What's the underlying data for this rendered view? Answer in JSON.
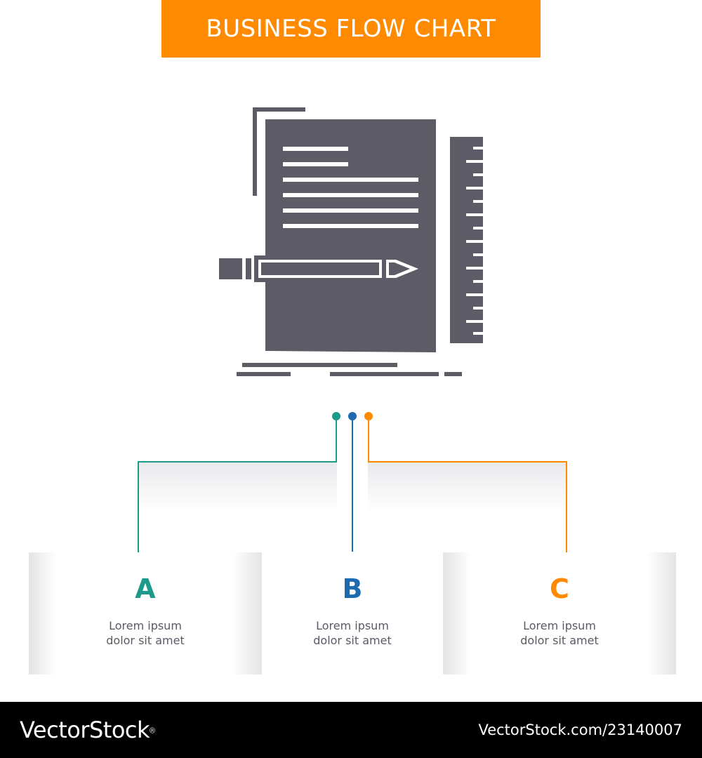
{
  "title": "BUSINESS FLOW CHART",
  "colors": {
    "accent": "#ff8a00",
    "a": "#1d9a8a",
    "b": "#1e6ab0",
    "c": "#ff8a00",
    "icon": "#5c5b66"
  },
  "icon": {
    "name": "document-pencil-ruler-icon"
  },
  "steps": [
    {
      "letter": "A",
      "line1": "Lorem ipsum",
      "line2": "dolor sit amet"
    },
    {
      "letter": "B",
      "line1": "Lorem ipsum",
      "line2": "dolor sit amet"
    },
    {
      "letter": "C",
      "line1": "Lorem ipsum",
      "line2": "dolor sit amet"
    }
  ],
  "footer": {
    "brand": "VectorStock",
    "registered": "®",
    "url": "VectorStock.com/23140007"
  }
}
